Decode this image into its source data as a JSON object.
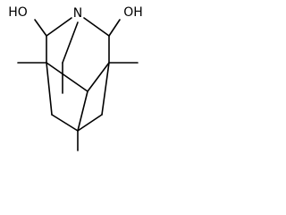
{
  "molecule": {
    "atoms": {
      "nitrogen": "N",
      "hydroxyl_left": "HO",
      "hydroxyl_right": "OH"
    },
    "colors": {
      "bond": "#000000",
      "label": "#000000",
      "background": "#ffffff"
    }
  }
}
